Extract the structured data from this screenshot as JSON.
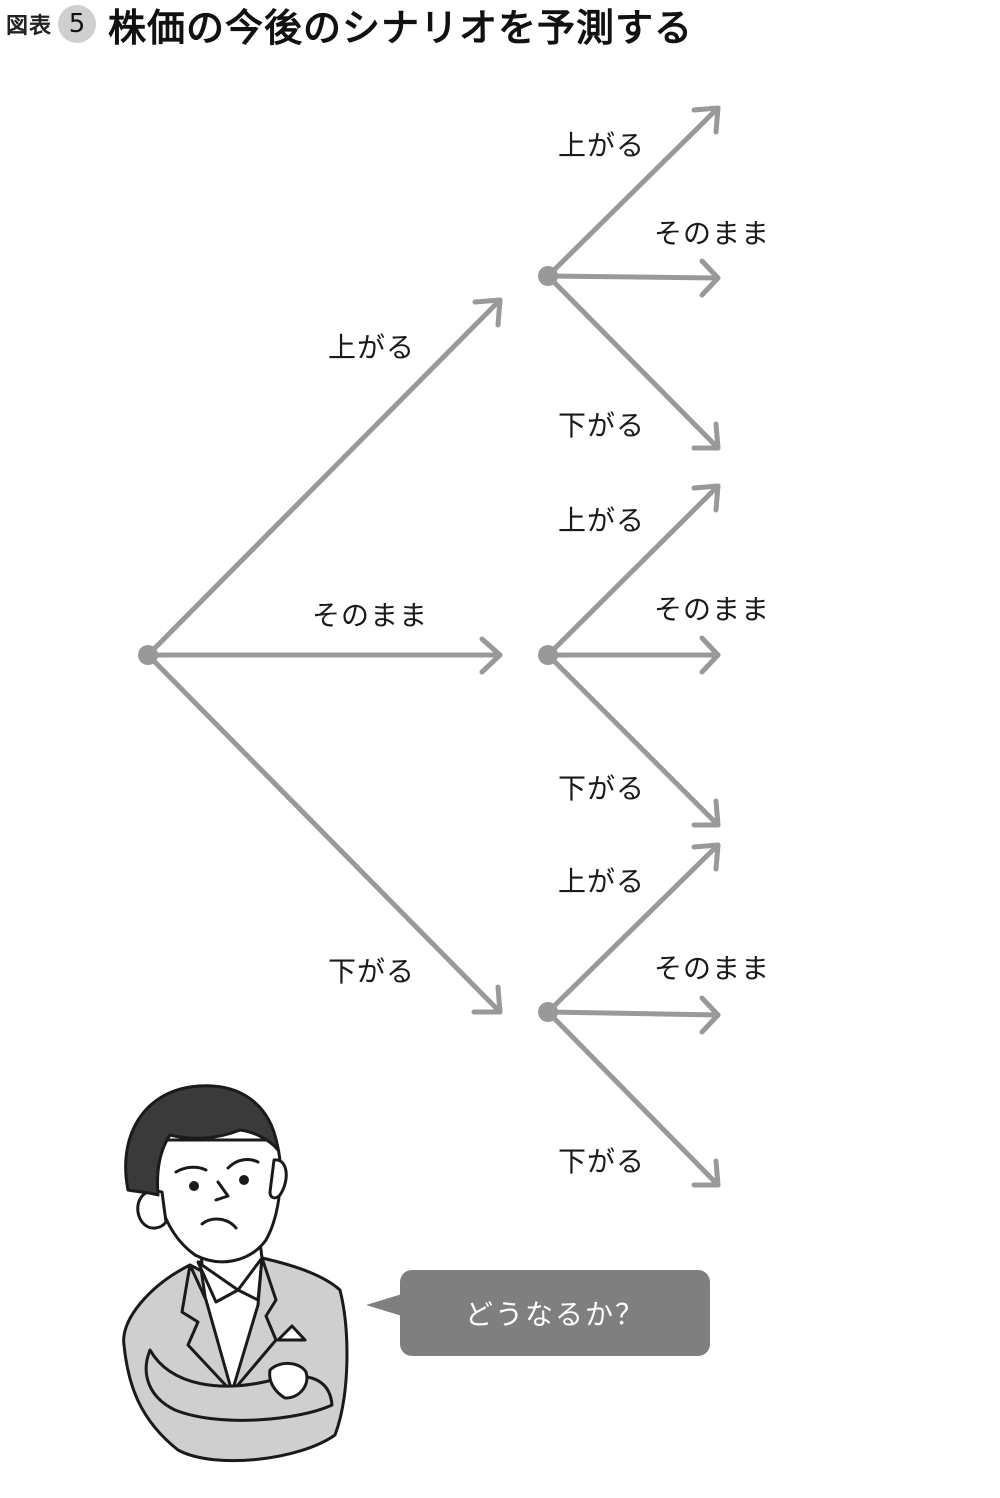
{
  "header": {
    "figure_label": "図表",
    "figure_number": "5",
    "title": "株価の今後のシナリオを予測する"
  },
  "tree": {
    "first_level": {
      "up": "上がる",
      "flat": "そのまま",
      "down": "下がる"
    },
    "second_level": [
      {
        "up": "上がる",
        "flat": "そのまま",
        "down": "下がる"
      },
      {
        "up": "上がる",
        "flat": "そのまま",
        "down": "下がる"
      },
      {
        "up": "上がる",
        "flat": "そのまま",
        "down": "下がる"
      }
    ]
  },
  "speech_bubble": {
    "text": "どうなるか？"
  },
  "colors": {
    "arrow": "#999999",
    "node": "#999999",
    "bubble": "#7f7f7f",
    "badge": "#cfcfcf",
    "jacket": "#cfcfcf",
    "hair": "#3a3a3a"
  }
}
